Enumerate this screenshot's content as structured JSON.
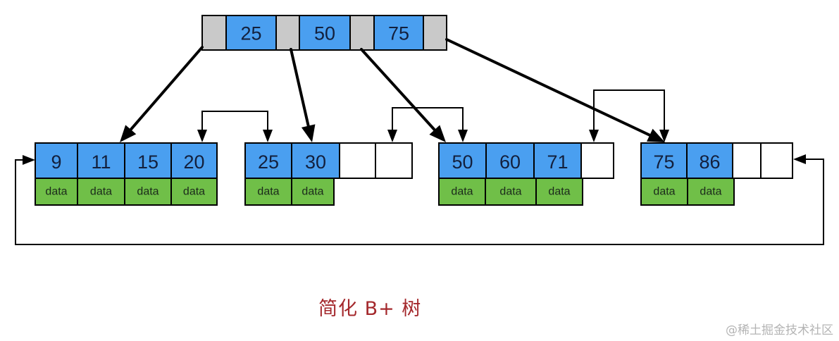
{
  "colors": {
    "key_fill": "#4a9ff0",
    "pointer_fill": "#c9c9c9",
    "data_fill": "#70bf48",
    "empty_fill": "#ffffff",
    "stroke": "#000000",
    "caption": "#a4282c"
  },
  "root": {
    "keys": [
      "25",
      "50",
      "75"
    ]
  },
  "leaves": [
    {
      "keys": [
        "9",
        "11",
        "15",
        "20"
      ],
      "data": [
        "data",
        "data",
        "data",
        "data"
      ],
      "empty_slots": 0
    },
    {
      "keys": [
        "25",
        "30"
      ],
      "data": [
        "data",
        "data"
      ],
      "empty_slots": 2
    },
    {
      "keys": [
        "50",
        "60",
        "71"
      ],
      "data": [
        "data",
        "data",
        "data"
      ],
      "empty_slots": 1
    },
    {
      "keys": [
        "75",
        "86"
      ],
      "data": [
        "data",
        "data"
      ],
      "empty_slots": 2
    }
  ],
  "caption": "简化 B+ 树",
  "watermark": "@稀土掘金技术社区"
}
